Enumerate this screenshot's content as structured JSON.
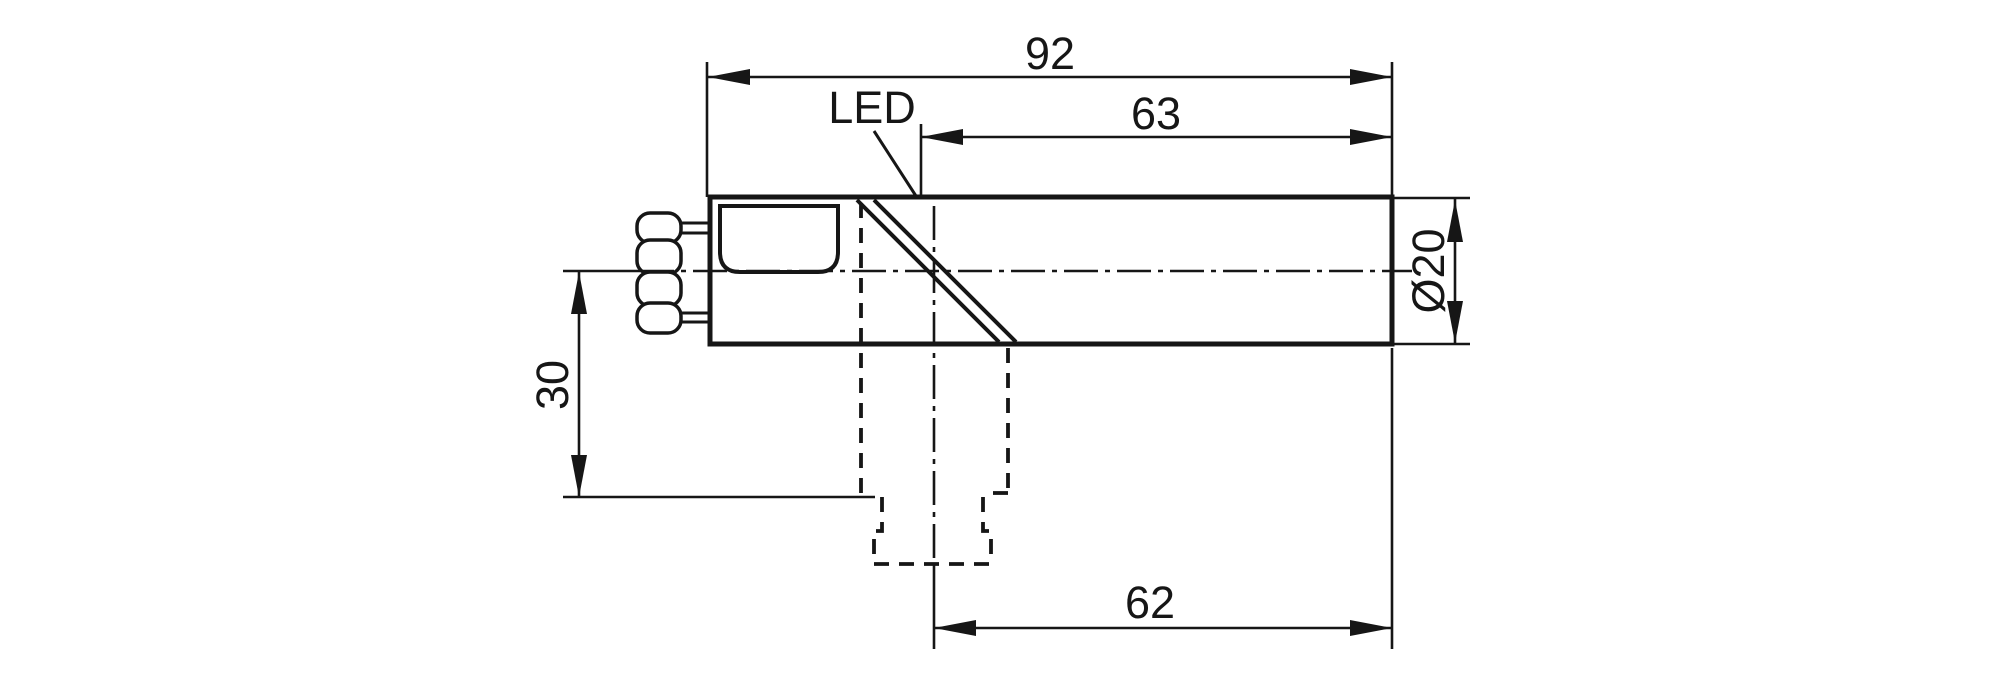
{
  "drawing": {
    "background": "#ffffff",
    "line_color": "#161616",
    "type": "sensor-dimension-drawing",
    "led_label": "LED",
    "dimensions": {
      "overall_length": {
        "label": "92",
        "value": 92
      },
      "head_length": {
        "label": "63",
        "value": 63
      },
      "connector_axis_to_face": {
        "label": "62",
        "value": 62
      },
      "axis_to_connector_end": {
        "label": "30",
        "value": 30
      },
      "diameter": {
        "label": "Ø20",
        "value": 20
      }
    }
  }
}
